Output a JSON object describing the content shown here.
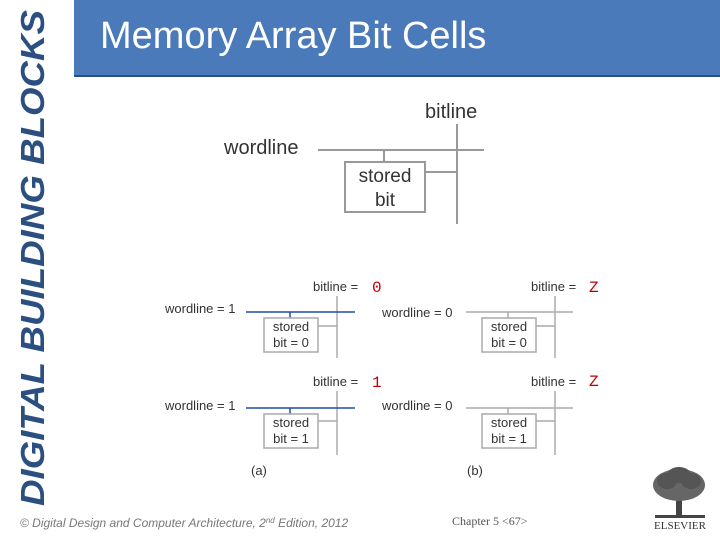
{
  "side_title": "DIGITAL BUILDING BLOCKS",
  "header": {
    "title": "Memory Array Bit Cells"
  },
  "top_diagram": {
    "bitline": "bitline",
    "wordline": "wordline",
    "stored_line1": "stored",
    "stored_line2": "bit"
  },
  "panel_a": {
    "label": "(a)",
    "upper": {
      "bitline_label": "bitline = ",
      "bitline_value": "0",
      "wordline_label": "wordline = 1",
      "stored_line1": "stored",
      "stored_line2": "bit = 0"
    },
    "lower": {
      "bitline_label": "bitline = ",
      "bitline_value": "1",
      "wordline_label": "wordline = 1",
      "stored_line1": "stored",
      "stored_line2": "bit = 1"
    }
  },
  "panel_b": {
    "label": "(b)",
    "upper": {
      "bitline_label": "bitline = ",
      "bitline_value": "Z",
      "wordline_label": "wordline = 0",
      "stored_line1": "stored",
      "stored_line2": "bit = 0"
    },
    "lower": {
      "bitline_label": "bitline = ",
      "bitline_value": "Z",
      "wordline_label": "wordline = 0",
      "stored_line1": "stored",
      "stored_line2": "bit = 1"
    }
  },
  "footer": {
    "copyright_prefix": "© Digital Design and Computer Architecture, 2",
    "copyright_sup": "nd",
    "copyright_suffix": " Edition, 2012",
    "chapter": "Chapter 5 <67>"
  },
  "logo_text": "ELSEVIER",
  "colors": {
    "header": "#4a7ab9",
    "side_title": "#2b4f80",
    "value_red": "#c00000",
    "wordline_blue": "#1f4fa8"
  }
}
